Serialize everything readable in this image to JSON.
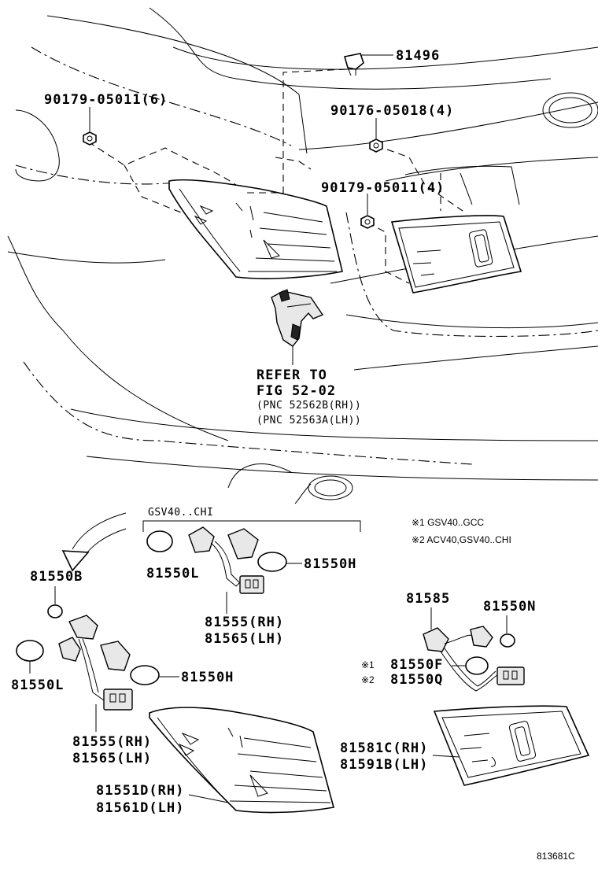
{
  "callouts": {
    "p81496": "81496",
    "p90179_top": "90179-05011(6)",
    "p90176": "90176-05018(4)",
    "p90179_mid": "90179-05011(4)",
    "refer_line1": "REFER TO",
    "refer_line2": "FIG 52-02",
    "refer_line3": "(PNC 52562B(RH))",
    "refer_line4": "(PNC 52563A(LH))",
    "gsv_chi": "GSV40..CHI",
    "note1": "※1 GSV40..GCC",
    "note2": "※2 ACV40,GSV40..CHI",
    "p81550L_a": "81550L",
    "p81550H_a": "81550H",
    "p81555_a": "81555(RH)",
    "p81565_a": "81565(LH)",
    "p81550B": "81550B",
    "p81550L_b": "81550L",
    "p81550H_b": "81550H",
    "p81555_b": "81555(RH)",
    "p81565_b": "81565(LH)",
    "p81551D": "81551D(RH)",
    "p81561D": "81561D(LH)",
    "p81585": "81585",
    "p81550N": "81550N",
    "mark1": "※1",
    "p81550F": "81550F",
    "mark2": "※2",
    "p81550Q": "81550Q",
    "p81581C": "81581C(RH)",
    "p81591B": "81591B(LH)",
    "diagram_id": "813681C"
  }
}
